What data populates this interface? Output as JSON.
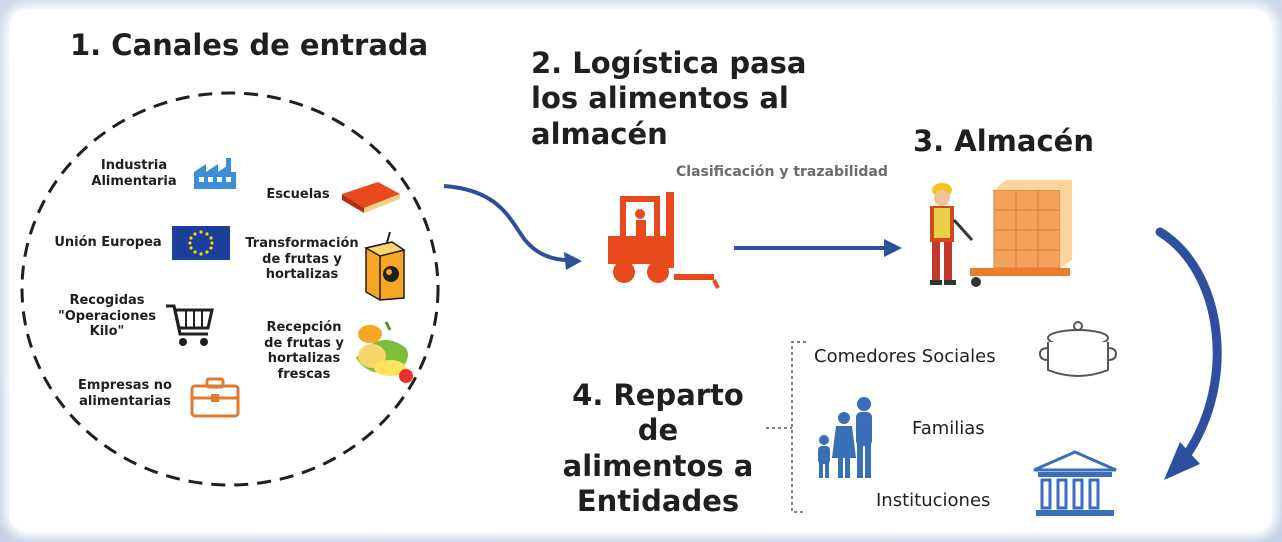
{
  "step1": {
    "title": "1. Canales de entrada",
    "items": [
      {
        "label": "Industria\nAlimentaria",
        "icon": "factory-icon"
      },
      {
        "label": "Unión Europea",
        "icon": "eu-flag-icon"
      },
      {
        "label": "Recogidas\n\"Operaciones\nKilo\"",
        "icon": "shopping-cart-icon"
      },
      {
        "label": "Empresas no\nalimentarias",
        "icon": "briefcase-icon"
      },
      {
        "label": "Escuelas",
        "icon": "book-icon"
      },
      {
        "label": "Transformación\nde frutas y\nhortalizas",
        "icon": "juice-box-icon"
      },
      {
        "label": "Recepción\nde frutas y\nhortalizas\nfrescas",
        "icon": "fruit-basket-icon"
      }
    ]
  },
  "step2": {
    "title": "2. Logística pasa\nlos alimentos al\nalmacén",
    "subtitle": "Clasificación y trazabilidad",
    "icon": "forklift-icon"
  },
  "step3": {
    "title": "3. Almacén",
    "icon": "warehouse-worker-icon"
  },
  "step4": {
    "title": "4. Reparto de\nalimentos a\nEntidades",
    "entities": [
      {
        "label": "Comedores Sociales",
        "icon": "cooking-pot-icon"
      },
      {
        "label": "Familias",
        "icon": "family-icon"
      },
      {
        "label": "Instituciones",
        "icon": "institution-building-icon"
      }
    ]
  },
  "colors": {
    "arrow": "#2e4f9e",
    "orange": "#e8491d",
    "background": "#c9d4e6",
    "text": "#1f1f1f"
  }
}
